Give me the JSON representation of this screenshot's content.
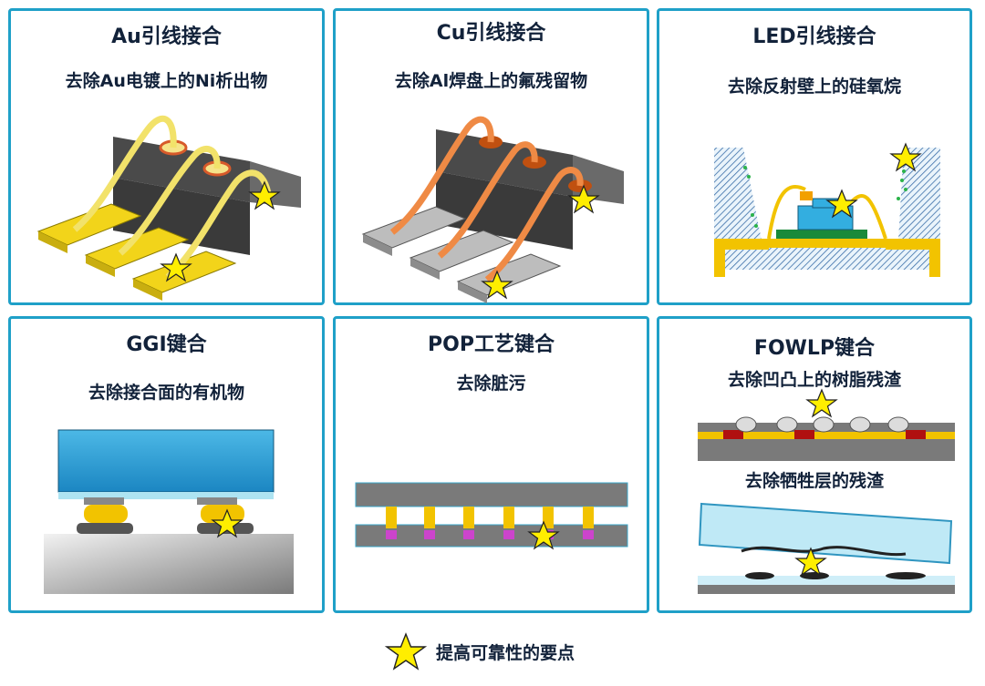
{
  "panels": [
    {
      "title": "Au引线接合",
      "subtitle": "去除Au电镀上的Ni析出物"
    },
    {
      "title": "Cu引线接合",
      "subtitle": "去除Al焊盘上的氟残留物"
    },
    {
      "title": "LED引线接合",
      "subtitle": "去除反射壁上的硅氧烷"
    },
    {
      "title": "GGI键合",
      "subtitle": "去除接合面的有机物"
    },
    {
      "title": "POP工艺键合",
      "subtitle": "去除脏污"
    },
    {
      "title": "FOWLP键合",
      "subtitle": "去除凹凸上的树脂残渣",
      "subtitle2": "去除牺牲层的残渣"
    }
  ],
  "legend": {
    "label": "提高可靠性的要点",
    "icon": "star-icon"
  },
  "colors": {
    "border": "#1fa0c8",
    "star": "#ffee00",
    "gold": "#f2d41a",
    "copper": "#e8823a"
  }
}
